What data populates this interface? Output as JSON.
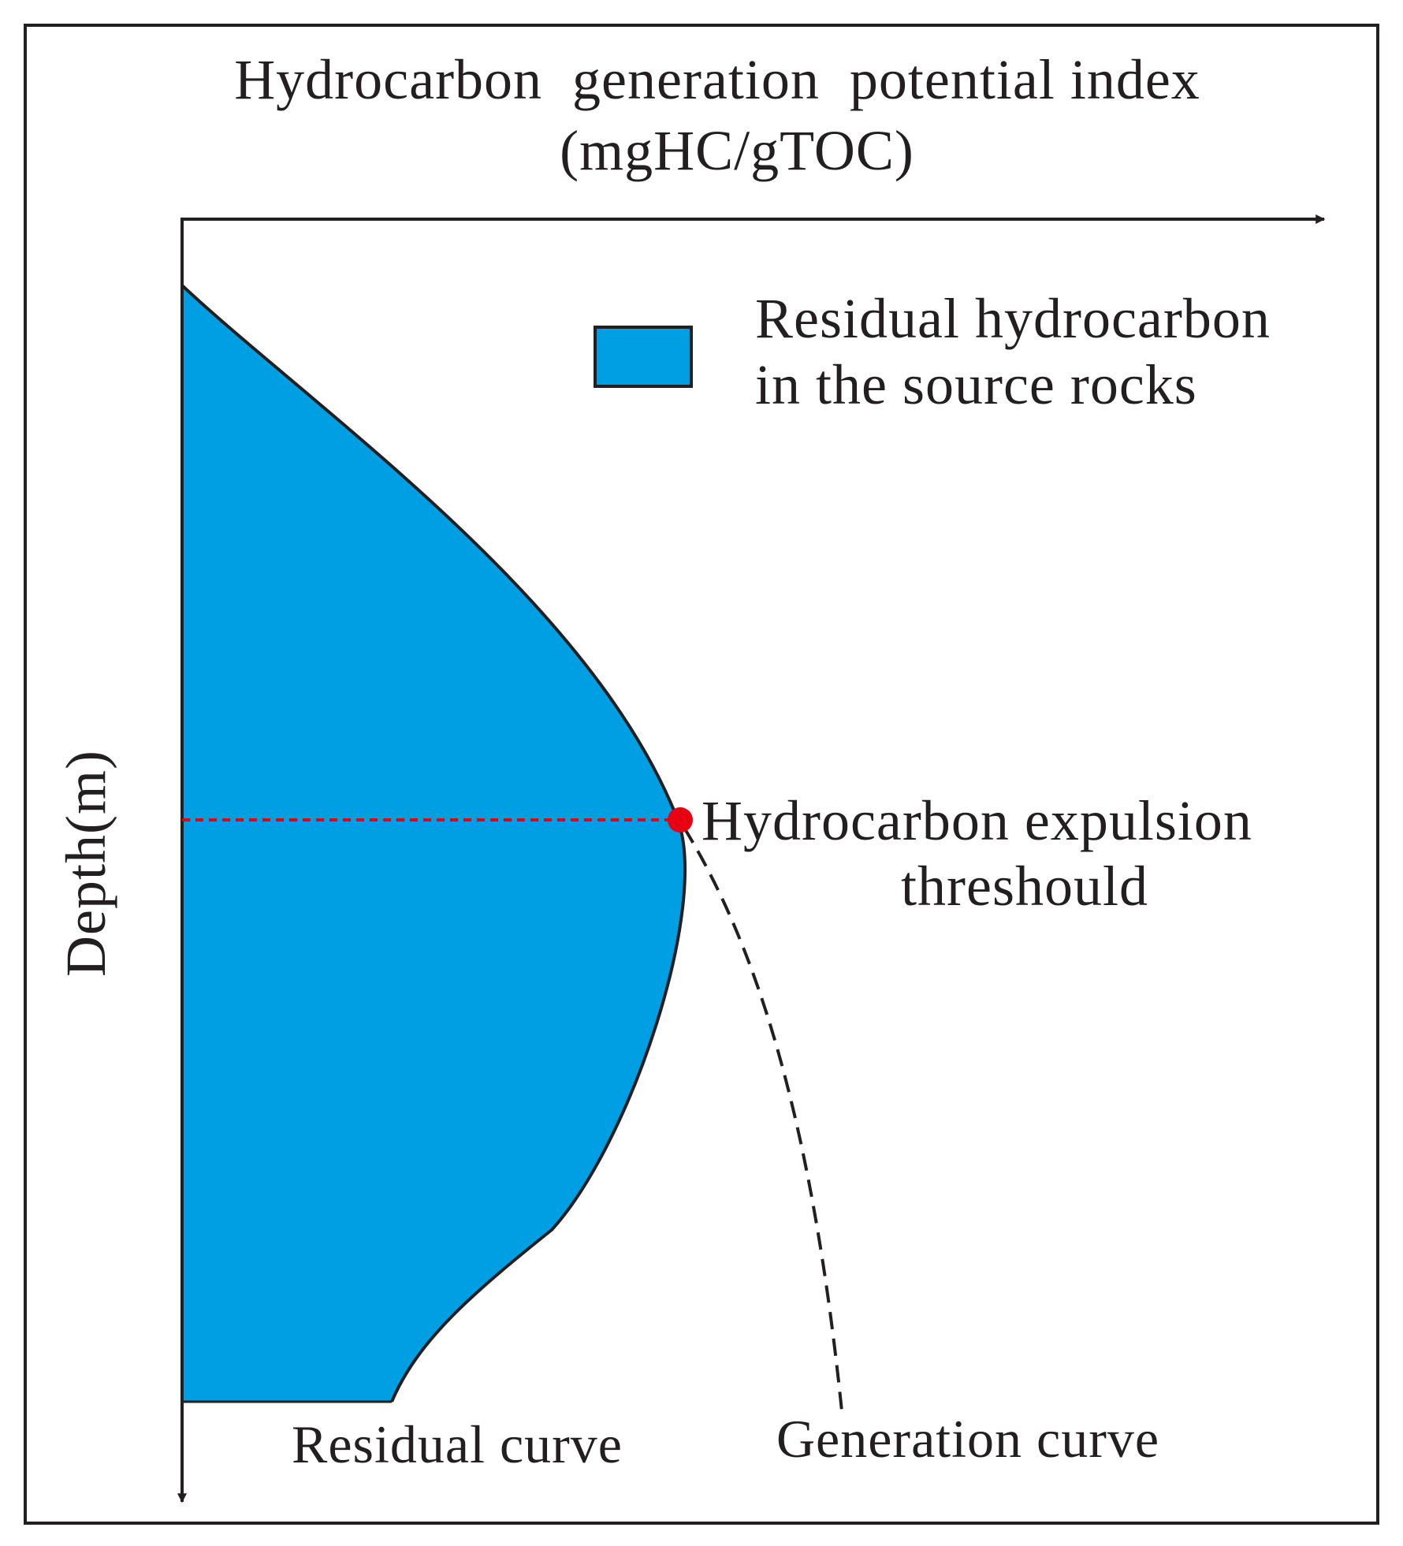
{
  "title": {
    "line1": "Hydrocarbon  generation  potential index",
    "line2": "(mgHC/gTOC)"
  },
  "y_axis_label": "Depth(m)",
  "legend": {
    "line1": "Residual hydrocarbon",
    "line2": "in the source rocks",
    "swatch_color": "#009fe3"
  },
  "threshold": {
    "line1": "Hydrocarbon expulsion",
    "line2": "threshould",
    "marker_color": "#e60012",
    "line_color": "#e60012"
  },
  "curves": {
    "residual_label": "Residual curve",
    "generation_label": "Generation curve"
  },
  "colors": {
    "fill": "#009fe3",
    "stroke": "#231f20",
    "frame": "#231f20"
  }
}
